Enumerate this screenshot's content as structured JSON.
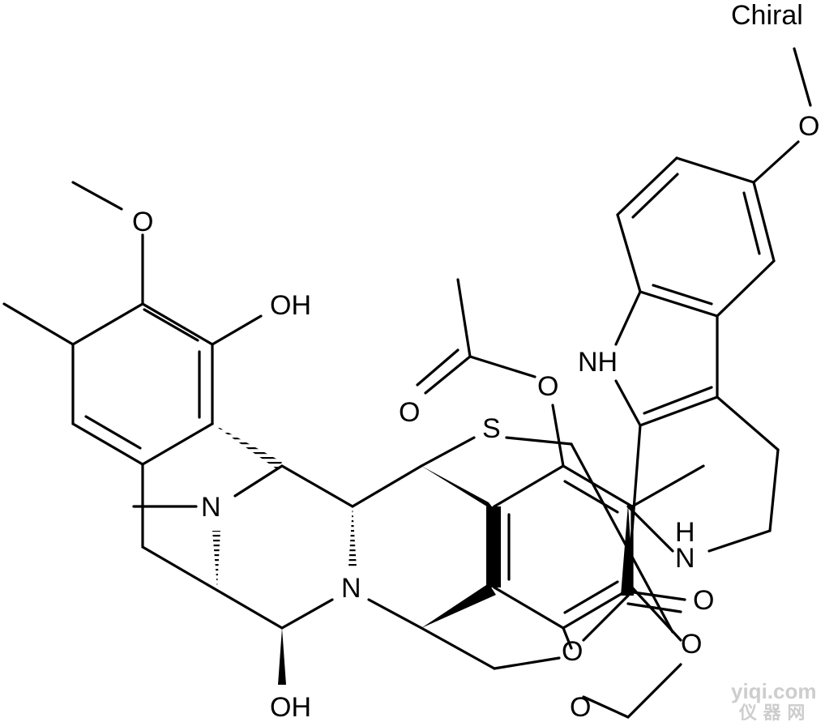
{
  "molecule": {
    "stereo_flag": "Chiral",
    "labels": {
      "oh_top": "OH",
      "oh_bottom": "OH",
      "o_methoxy_left": "O",
      "o_methoxy_right": "O",
      "o_acetyl_carbonyl": "O",
      "o_acetyl_ester": "O",
      "o_lactone_carbonyl": "O",
      "o_dioxole_1": "O",
      "o_dioxole_2": "O",
      "o_dioxole_3": "O",
      "n_bridge": "N",
      "n_ring": "N",
      "nh_indole": "NH",
      "nh_amine": "H\nN",
      "s_thioether": "S"
    }
  },
  "watermark": {
    "site": "yiqi.com",
    "cjk": "仪 器 网"
  }
}
